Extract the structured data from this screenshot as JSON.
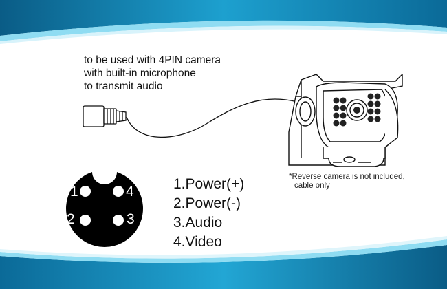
{
  "description": [
    "to be used with 4PIN camera",
    "with built-in microphone",
    "to transmit audio"
  ],
  "note": [
    "*Reverse camera is not included,",
    "cable only"
  ],
  "pin_list": [
    "1.Power(+)",
    "2.Power(-)",
    "3.Audio",
    "4.Video"
  ],
  "connector_pins": [
    "1",
    "4",
    "2",
    "3"
  ],
  "colors": {
    "band_dark": "#0f6f9a",
    "band_light": "#6ad0ee",
    "line": "#111111",
    "connector_face": "#000000"
  },
  "icons": [
    "cable-plug-icon",
    "rear-camera-icon",
    "4pin-connector-icon"
  ]
}
